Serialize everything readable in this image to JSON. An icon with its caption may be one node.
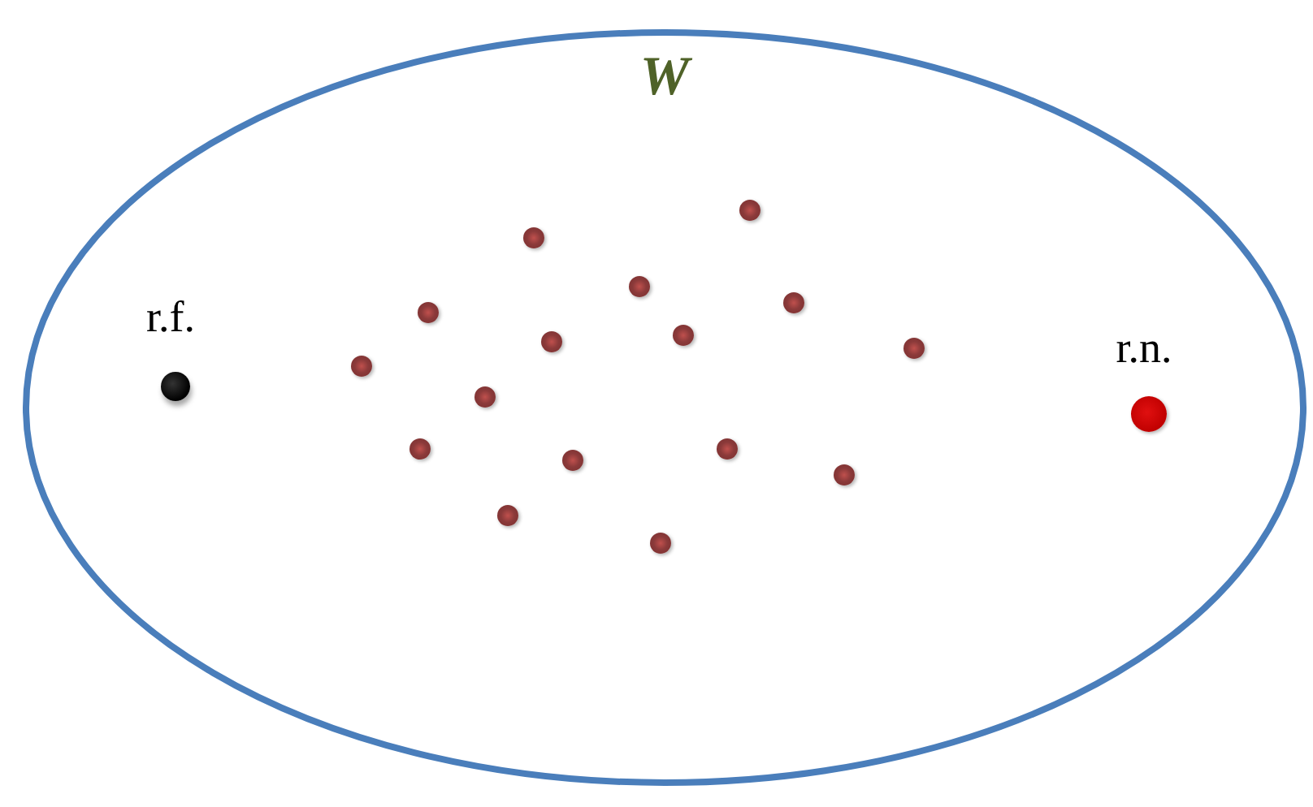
{
  "diagram": {
    "nodes": [
      {
        "text": [
          "W"
        ]
      },
      {
        "text": [],
        "shape": "circle",
        "in": 0,
        "beside": [
          "r.f."
        ]
      },
      {
        "text": [],
        "shape": "circle",
        "in": 0
      },
      {
        "text": [],
        "shape": "circle",
        "in": 0
      },
      {
        "text": [],
        "shape": "circle",
        "in": 0
      },
      {
        "text": [],
        "shape": "circle",
        "in": 0
      },
      {
        "text": [],
        "shape": "circle",
        "in": 0
      },
      {
        "text": [],
        "shape": "circle",
        "in": 0
      },
      {
        "text": [],
        "shape": "circle",
        "in": 0
      },
      {
        "text": [],
        "shape": "circle",
        "in": 0
      },
      {
        "text": [],
        "shape": "circle",
        "in": 0
      },
      {
        "text": [],
        "shape": "circle",
        "in": 0
      },
      {
        "text": [],
        "shape": "circle",
        "in": 0
      },
      {
        "text": [],
        "shape": "circle",
        "in": 0
      },
      {
        "text": [],
        "shape": "circle",
        "in": 0
      },
      {
        "text": [],
        "shape": "circle",
        "in": 0
      },
      {
        "text": [],
        "shape": "circle",
        "in": 0
      },
      {
        "text": [],
        "shape": "circle",
        "in": 0
      },
      {
        "text": [],
        "shape": "circle",
        "in": 0,
        "beside": [
          "r.n."
        ]
      }
    ]
  }
}
